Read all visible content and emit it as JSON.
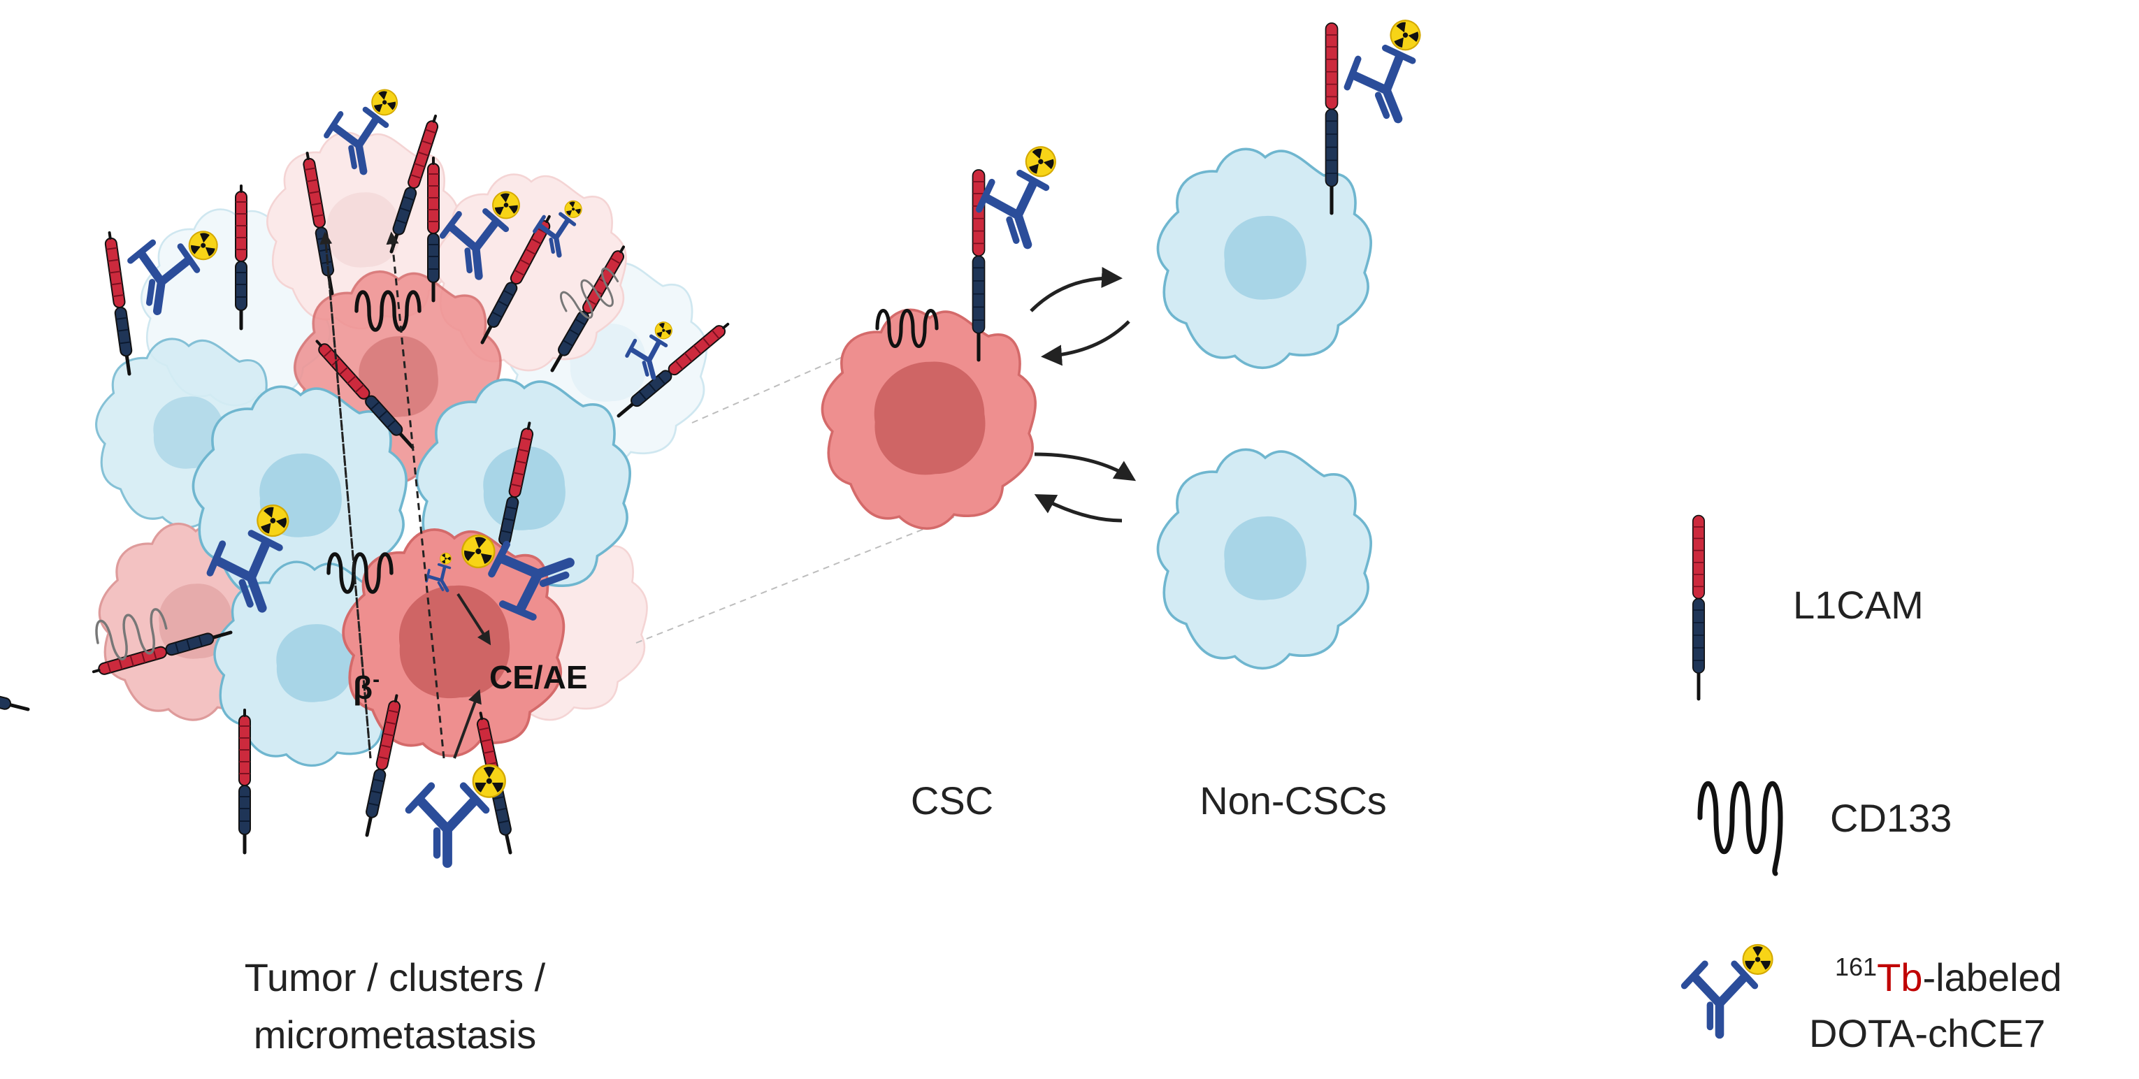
{
  "labels": {
    "tumor_line1": "Tumor / clusters /",
    "tumor_line2": "micrometastasis",
    "beta_base": "β",
    "beta_sup": "-",
    "ce_ae": "CE/AE",
    "csc": "CSC",
    "non_cscs": "Non-CSCs"
  },
  "legend": {
    "l1cam": "L1CAM",
    "cd133": "CD133",
    "isotope_mass": "161",
    "isotope_symbol": "Tb",
    "labeled_suffix": "-labeled",
    "antibody_name": "DOTA-chCE7"
  },
  "colors": {
    "csc_cell": "#ee8f8f",
    "csc_nucleus": "#d46a6a",
    "non_csc_cell": "#d3ebf4",
    "non_csc_nucleus": "#a8d5e7",
    "non_csc_outline": "#6fb6cf",
    "l1cam_red": "#cc2a3d",
    "l1cam_navy": "#1f3557",
    "antibody_blue": "#2b4d9a",
    "radioactive_yellow": "#f7d417",
    "tb_red": "#c00000"
  },
  "icons": {
    "l1cam": "l1cam-receptor-icon",
    "cd133": "cd133-coil-icon",
    "antibody": "radiolabeled-antibody-icon"
  }
}
